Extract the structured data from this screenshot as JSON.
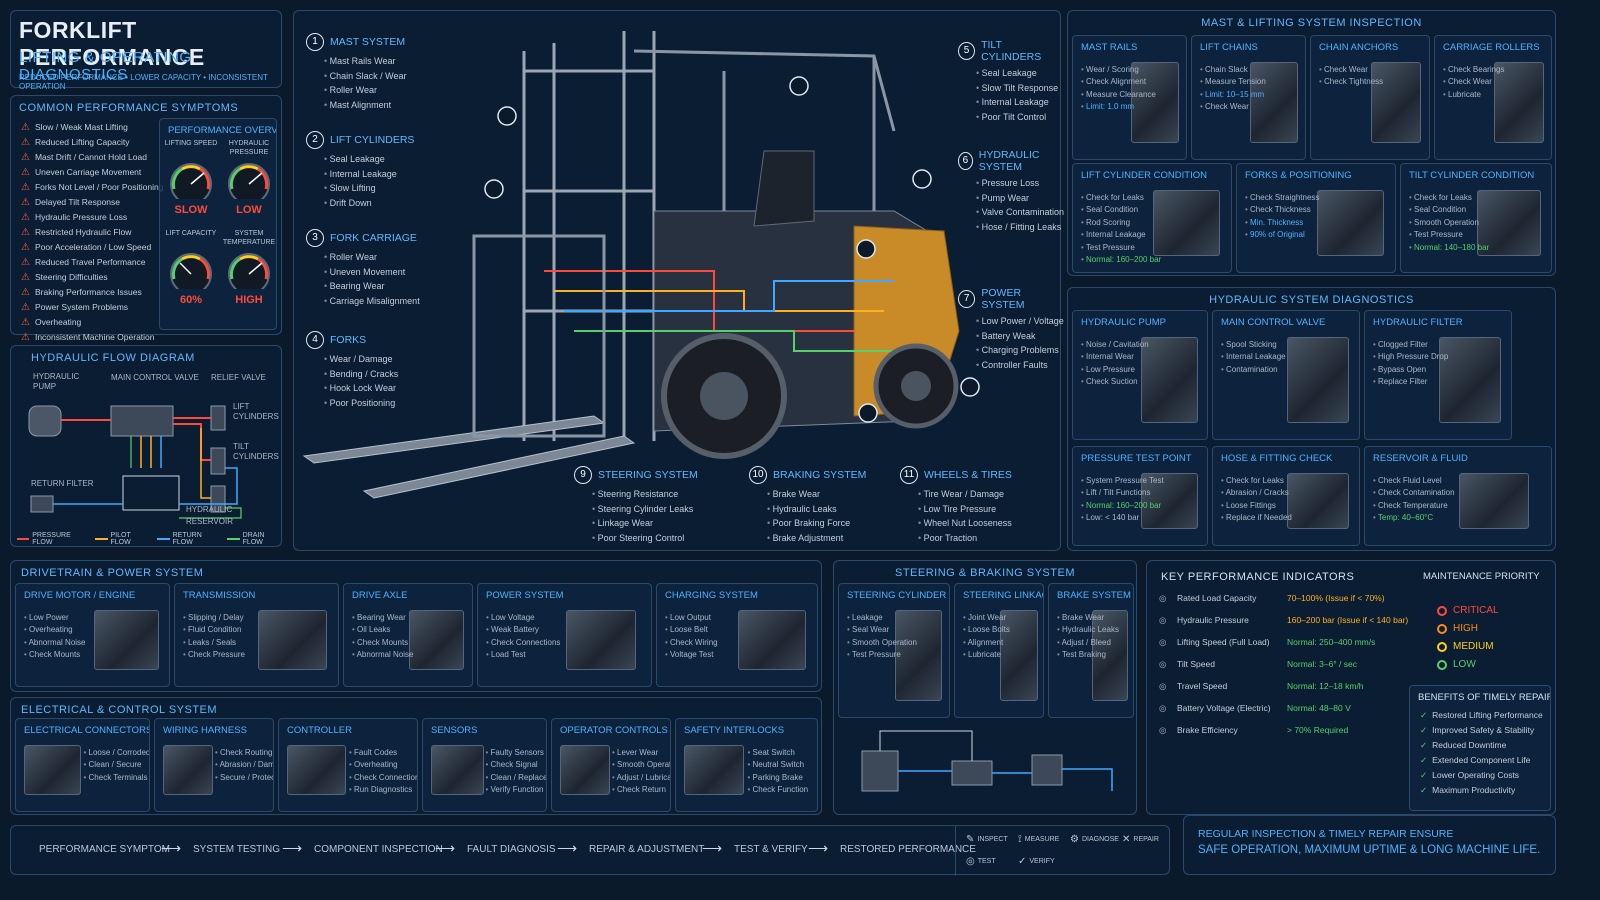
{
  "header": {
    "title": "FORKLIFT PERFORMANCE",
    "subtitle": "LIFTING & OPERATING DIAGNOSTICS",
    "tagline": "REDUCED PERFORMANCE • LOWER CAPACITY • INCONSISTENT OPERATION"
  },
  "symptoms": {
    "title": "COMMON PERFORMANCE SYMPTOMS",
    "items": [
      "Slow / Weak Mast Lifting",
      "Reduced Lifting Capacity",
      "Mast Drift / Cannot Hold Load",
      "Uneven Carriage Movement",
      "Forks Not Level / Poor Positioning",
      "Delayed Tilt Response",
      "Hydraulic Pressure Loss",
      "Restricted Hydraulic Flow",
      "Poor Acceleration / Low Speed",
      "Reduced Travel Performance",
      "Steering Difficulties",
      "Braking Performance Issues",
      "Power System Problems",
      "Overheating",
      "Inconsistent Machine Operation"
    ]
  },
  "overview": {
    "title": "PERFORMANCE OVERVIEW",
    "gauges": [
      {
        "label": "LIFTING SPEED",
        "value": "SLOW",
        "color": "#ff4a3a"
      },
      {
        "label": "HYDRAULIC PRESSURE",
        "value": "LOW",
        "color": "#ff4a3a"
      },
      {
        "label": "LIFT CAPACITY",
        "value": "60%",
        "color": "#ff4a3a"
      },
      {
        "label": "SYSTEM TEMPERATURE",
        "value": "HIGH",
        "color": "#ff4a3a"
      }
    ]
  },
  "flow": {
    "title": "HYDRAULIC FLOW DIAGRAM",
    "labels": [
      "HYDRAULIC PUMP",
      "MAIN CONTROL VALVE",
      "RELIEF VALVE",
      "LIFT CYLINDERS",
      "TILT CYLINDERS",
      "RETURN FILTER",
      "HYDRAULIC RESERVOIR"
    ],
    "legend": [
      {
        "name": "PRESSURE FLOW",
        "color": "#ff4a3a"
      },
      {
        "name": "PILOT FLOW",
        "color": "#ffb020"
      },
      {
        "name": "RETURN FLOW",
        "color": "#3fa9ff"
      },
      {
        "name": "DRAIN FLOW",
        "color": "#57d06a"
      }
    ]
  },
  "callouts": [
    {
      "n": "1",
      "title": "MAST SYSTEM",
      "items": [
        "Mast Rails Wear",
        "Chain Slack / Wear",
        "Roller Wear",
        "Mast Alignment"
      ]
    },
    {
      "n": "2",
      "title": "LIFT CYLINDERS",
      "items": [
        "Seal Leakage",
        "Internal Leakage",
        "Slow Lifting",
        "Drift Down"
      ]
    },
    {
      "n": "3",
      "title": "FORK CARRIAGE",
      "items": [
        "Roller Wear",
        "Uneven Movement",
        "Bearing Wear",
        "Carriage Misalignment"
      ]
    },
    {
      "n": "4",
      "title": "FORKS",
      "items": [
        "Wear / Damage",
        "Bending / Cracks",
        "Hook Lock Wear",
        "Poor Positioning"
      ]
    },
    {
      "n": "5",
      "title": "TILT CYLINDERS",
      "items": [
        "Seal Leakage",
        "Slow Tilt Response",
        "Internal Leakage",
        "Poor Tilt Control"
      ]
    },
    {
      "n": "6",
      "title": "HYDRAULIC SYSTEM",
      "items": [
        "Pressure Loss",
        "Pump Wear",
        "Valve Contamination",
        "Hose / Fitting Leaks"
      ]
    },
    {
      "n": "7",
      "title": "POWER SYSTEM",
      "items": [
        "Low Power / Voltage",
        "Battery Weak",
        "Charging Problems",
        "Controller Faults"
      ]
    },
    {
      "n": "9",
      "title": "STEERING SYSTEM",
      "items": [
        "Steering Resistance",
        "Steering Cylinder Leaks",
        "Linkage Wear",
        "Poor Steering Control"
      ]
    },
    {
      "n": "10",
      "title": "BRAKING SYSTEM",
      "items": [
        "Brake Wear",
        "Hydraulic Leaks",
        "Poor Braking Force",
        "Brake Adjustment"
      ]
    },
    {
      "n": "11",
      "title": "WHEELS & TIRES",
      "items": [
        "Tire Wear / Damage",
        "Low Tire Pressure",
        "Wheel Nut Looseness",
        "Poor Traction"
      ]
    }
  ],
  "mast_inspection": {
    "title": "MAST & LIFTING SYSTEM INSPECTION",
    "cells": [
      {
        "title": "MAST RAILS",
        "notes": [
          "Wear / Scoring",
          "Check Alignment",
          "Measure Clearance",
          "Limit: 1.0 mm"
        ]
      },
      {
        "title": "LIFT CHAINS",
        "notes": [
          "Chain Slack",
          "Measure Tension",
          "Limit: 10–15 mm",
          "Check Wear"
        ]
      },
      {
        "title": "CHAIN ANCHORS",
        "notes": [
          "Check Wear",
          "Check Tightness"
        ]
      },
      {
        "title": "CARRIAGE ROLLERS",
        "notes": [
          "Check Bearings",
          "Check Wear",
          "Lubricate"
        ]
      },
      {
        "title": "LIFT CYLINDER CONDITION",
        "notes": [
          "Check for Leaks",
          "Seal Condition",
          "Rod Scoring",
          "Internal Leakage",
          "Test Pressure",
          "Normal: 160–200 bar"
        ]
      },
      {
        "title": "FORKS & POSITIONING",
        "notes": [
          "Check Straightness",
          "Check Thickness",
          "Min. Thickness",
          "90% of Original"
        ]
      },
      {
        "title": "TILT CYLINDER CONDITION",
        "notes": [
          "Check for Leaks",
          "Seal Condition",
          "Smooth Operation",
          "Test Pressure",
          "Normal: 140–180 bar"
        ]
      }
    ]
  },
  "hyd_diag": {
    "title": "HYDRAULIC SYSTEM DIAGNOSTICS",
    "cells": [
      {
        "title": "HYDRAULIC PUMP",
        "notes": [
          "Noise / Cavitation",
          "Internal Wear",
          "Low Pressure",
          "Check Suction"
        ]
      },
      {
        "title": "MAIN CONTROL VALVE",
        "notes": [
          "Spool Sticking",
          "Internal Leakage",
          "Contamination"
        ]
      },
      {
        "title": "HYDRAULIC FILTER",
        "notes": [
          "Clogged Filter",
          "High Pressure Drop",
          "Bypass Open",
          "Replace Filter"
        ]
      },
      {
        "title": "PRESSURE TEST POINT",
        "notes": [
          "System Pressure Test",
          "Lift / Tilt Functions",
          "Normal: 160–200 bar",
          "Low: < 140 bar"
        ]
      },
      {
        "title": "HOSE & FITTING CHECK",
        "notes": [
          "Check for Leaks",
          "Abrasion / Cracks",
          "Loose Fittings",
          "Replace if Needed"
        ]
      },
      {
        "title": "RESERVOIR & FLUID",
        "notes": [
          "Check Fluid Level",
          "Check Contamination",
          "Check Temperature",
          "Temp: 40–60°C"
        ]
      }
    ]
  },
  "drivetrain": {
    "title": "DRIVETRAIN & POWER SYSTEM",
    "cells": [
      {
        "title": "DRIVE MOTOR / ENGINE",
        "notes": [
          "Low Power",
          "Overheating",
          "Abnormal Noise",
          "Check Mounts"
        ]
      },
      {
        "title": "TRANSMISSION",
        "notes": [
          "Slipping / Delay",
          "Fluid Condition",
          "Leaks / Seals",
          "Check Pressure"
        ]
      },
      {
        "title": "DRIVE AXLE",
        "notes": [
          "Bearing Wear",
          "Oil Leaks",
          "Check Mounts",
          "Abnormal Noise"
        ]
      },
      {
        "title": "POWER SYSTEM",
        "notes": [
          "Low Voltage",
          "Weak Battery",
          "Check Connections",
          "Load Test"
        ]
      },
      {
        "title": "CHARGING SYSTEM",
        "notes": [
          "Low Output",
          "Loose Belt",
          "Check Wiring",
          "Voltage Test"
        ]
      }
    ]
  },
  "steering": {
    "title": "STEERING & BRAKING SYSTEM",
    "cells": [
      {
        "title": "STEERING CYLINDER",
        "notes": [
          "Leakage",
          "Seal Wear",
          "Smooth Operation",
          "Test Pressure"
        ]
      },
      {
        "title": "STEERING LINKAGE",
        "notes": [
          "Joint Wear",
          "Loose Bolts",
          "Alignment",
          "Lubricate"
        ]
      },
      {
        "title": "BRAKE SYSTEM",
        "notes": [
          "Brake Wear",
          "Hydraulic Leaks",
          "Adjust / Bleed",
          "Test Braking"
        ]
      }
    ]
  },
  "electrical": {
    "title": "ELECTRICAL & CONTROL SYSTEM",
    "cells": [
      {
        "title": "ELECTRICAL CONNECTORS",
        "notes": [
          "Loose / Corroded",
          "Clean / Secure",
          "Check Terminals"
        ]
      },
      {
        "title": "WIRING HARNESS",
        "notes": [
          "Check Routing",
          "Abrasion / Damage",
          "Secure / Protect"
        ]
      },
      {
        "title": "CONTROLLER",
        "notes": [
          "Fault Codes",
          "Overheating",
          "Check Connections",
          "Run Diagnostics"
        ]
      },
      {
        "title": "SENSORS",
        "notes": [
          "Faulty Sensors",
          "Check Signal",
          "Clean / Replace",
          "Verify Function"
        ]
      },
      {
        "title": "OPERATOR CONTROLS",
        "notes": [
          "Lever Wear",
          "Smooth Operation",
          "Adjust / Lubricate",
          "Check Return"
        ]
      },
      {
        "title": "SAFETY INTERLOCKS",
        "notes": [
          "Seat Switch",
          "Neutral Switch",
          "Parking Brake",
          "Check Function"
        ]
      }
    ]
  },
  "kpi": {
    "title": "KEY PERFORMANCE INDICATORS",
    "rows": [
      {
        "name": "Rated Load Capacity",
        "value": "70–100% (Issue if < 70%)"
      },
      {
        "name": "Hydraulic Pressure",
        "value": "160–200 bar (Issue if < 140 bar)"
      },
      {
        "name": "Lifting Speed (Full Load)",
        "value": "Normal: 250–400 mm/s"
      },
      {
        "name": "Tilt Speed",
        "value": "Normal: 3–6° / sec"
      },
      {
        "name": "Travel Speed",
        "value": "Normal: 12–18 km/h"
      },
      {
        "name": "Battery Voltage (Electric)",
        "value": "Normal: 48–80 V"
      },
      {
        "name": "Brake Efficiency",
        "value": "> 70% Required"
      }
    ]
  },
  "priority": {
    "title": "MAINTENANCE PRIORITY",
    "levels": [
      {
        "name": "CRITICAL",
        "color": "#ff4a3a"
      },
      {
        "name": "HIGH",
        "color": "#ff8a1a"
      },
      {
        "name": "MEDIUM",
        "color": "#ffcc20"
      },
      {
        "name": "LOW",
        "color": "#57d06a"
      }
    ]
  },
  "benefits": {
    "title": "BENEFITS OF TIMELY REPAIR",
    "items": [
      "Restored Lifting Performance",
      "Improved Safety & Stability",
      "Reduced Downtime",
      "Extended Component Life",
      "Lower Operating Costs",
      "Maximum Productivity"
    ]
  },
  "process": [
    "PERFORMANCE SYMPTOM",
    "SYSTEM TESTING",
    "COMPONENT INSPECTION",
    "FAULT DIAGNOSIS",
    "REPAIR & ADJUSTMENT",
    "TEST & VERIFY",
    "RESTORED PERFORMANCE"
  ],
  "legend_icons": [
    "INSPECT",
    "MEASURE",
    "DIAGNOSE",
    "REPAIR",
    "TEST",
    "VERIFY"
  ],
  "footer": {
    "line1": "REGULAR INSPECTION & TIMELY REPAIR ENSURE",
    "line2": "SAFE OPERATION, MAXIMUM UPTIME & LONG MACHINE LIFE."
  }
}
